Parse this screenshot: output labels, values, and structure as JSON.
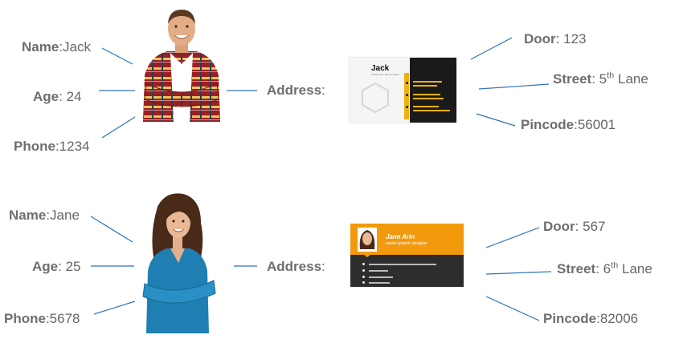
{
  "diagram": {
    "people": [
      {
        "name_key": "Name",
        "name_value": ":Jack",
        "age_key": "Age",
        "age_value": ": 24",
        "phone_key": "Phone",
        "phone_value": ":1234",
        "address_key": "Address",
        "address_sep": ":",
        "door_key": "Door",
        "door_value": ": 123",
        "street_key": "Street",
        "street_value_pre": ": 5",
        "street_sup": "th",
        "street_value_post": " Lane",
        "pincode_key": "Pincode",
        "pincode_value": ":56001",
        "card": {
          "name": "Jack",
          "role": "GRAPHIC DESIGNER"
        }
      },
      {
        "name_key": "Name",
        "name_value": ":Jane",
        "age_key": "Age",
        "age_value": ": 25",
        "phone_key": "Phone",
        "phone_value": ":5678",
        "address_key": "Address",
        "address_sep": ":",
        "door_key": "Door",
        "door_value": ": 567",
        "street_key": "Street",
        "street_value_pre": ": 6",
        "street_sup": "th",
        "street_value_post": " Lane",
        "pincode_key": "Pincode",
        "pincode_value": ":82006",
        "card": {
          "name": "Jane Arin",
          "role": "senior graphic designer"
        }
      }
    ],
    "colors": {
      "text": "#666666",
      "lines": "#2e75b6",
      "jack_accent": "#f1b10c",
      "jane_accent": "#f29a0b"
    }
  }
}
